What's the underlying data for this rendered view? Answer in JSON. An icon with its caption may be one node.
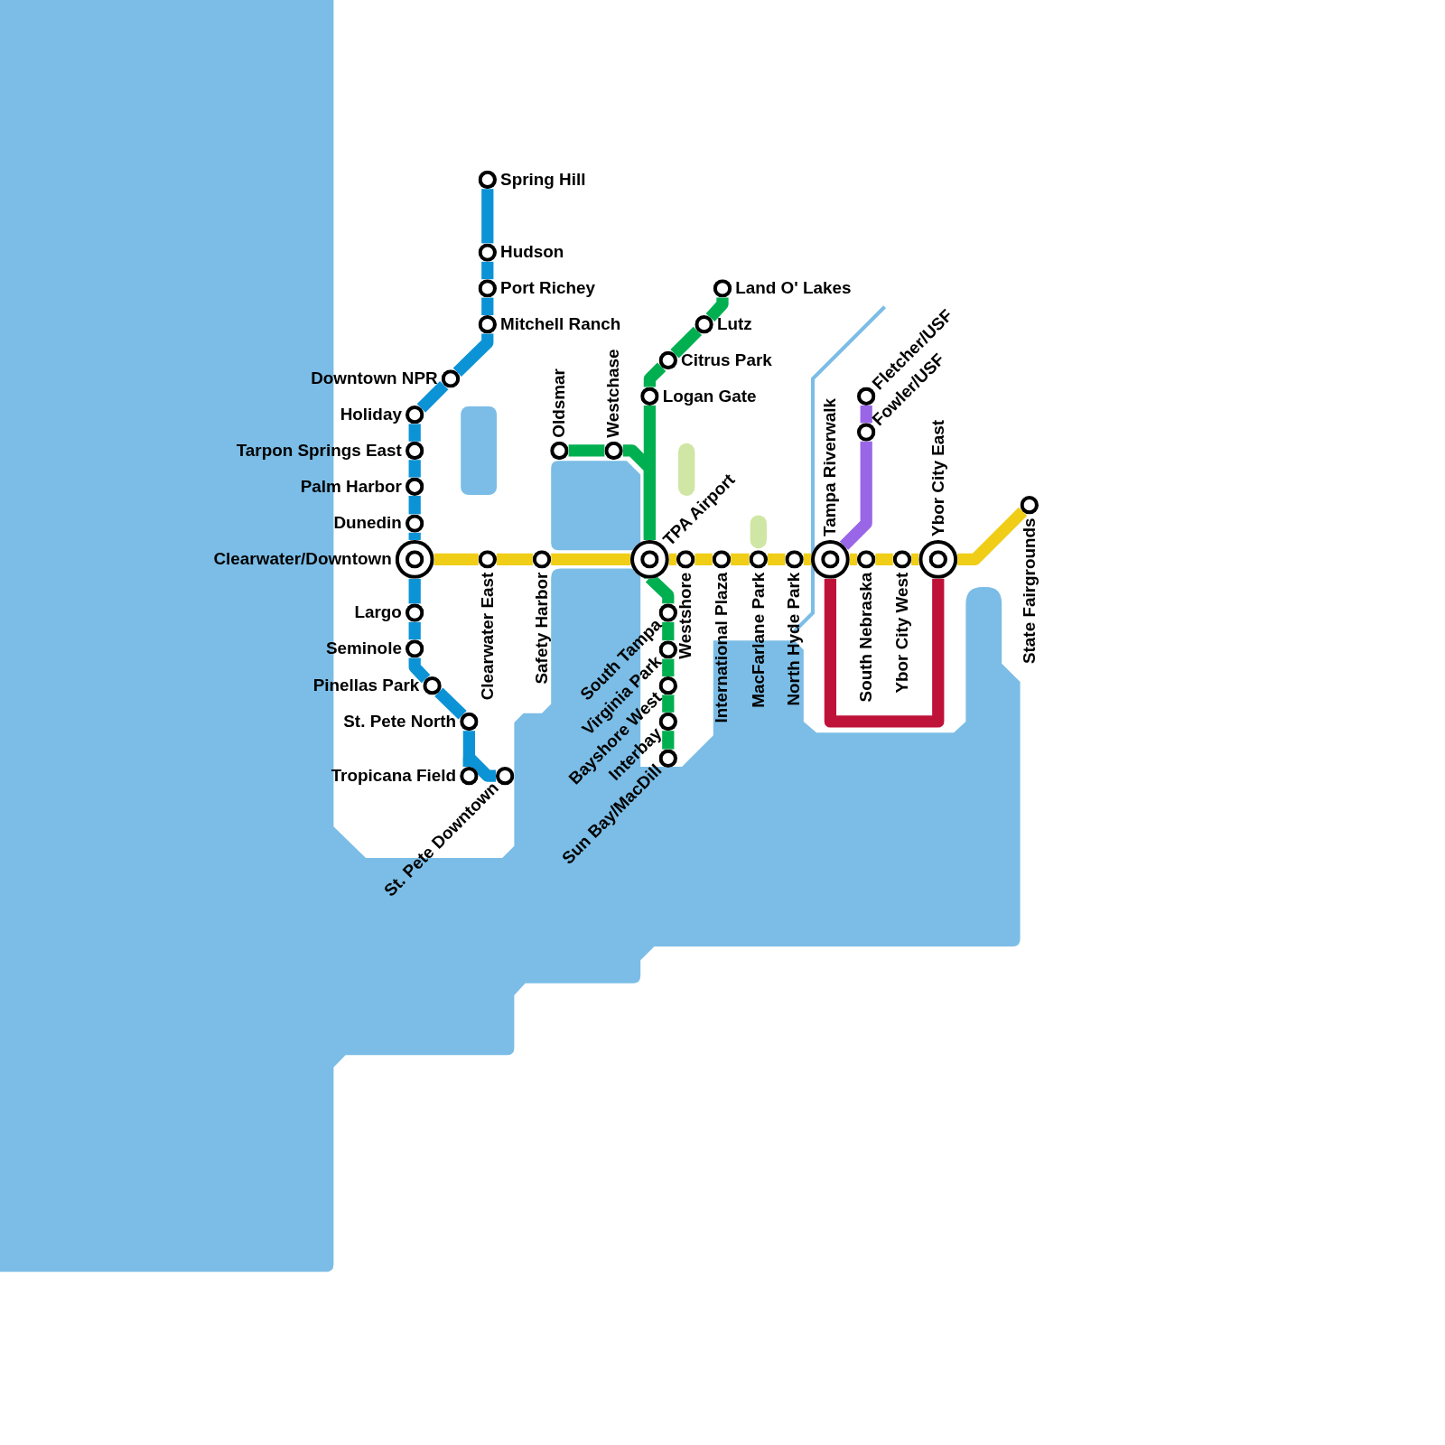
{
  "diagram": {
    "nodes": [
      {
        "text": [
          "Spring Hill"
        ]
      },
      {
        "text": [
          "Hudson"
        ]
      },
      {
        "text": [
          "Port Richey"
        ]
      },
      {
        "text": [
          "Mitchell Ranch"
        ]
      },
      {
        "text": [
          "Downtown NPR"
        ]
      },
      {
        "text": [
          "Holiday"
        ]
      },
      {
        "text": [
          "Tarpon Springs East"
        ]
      },
      {
        "text": [
          "Palm Harbor"
        ]
      },
      {
        "text": [
          "Dunedin"
        ]
      },
      {
        "text": [
          "Clearwater/Downtown"
        ]
      },
      {
        "text": [
          "Largo"
        ]
      },
      {
        "text": [
          "Seminole"
        ]
      },
      {
        "text": [
          "Pinellas Park"
        ]
      },
      {
        "text": [
          "St. Pete North"
        ]
      },
      {
        "text": [
          "Tropicana Field"
        ]
      },
      {
        "text": [
          "St. Pete Downtown"
        ]
      },
      {
        "text": [
          "Clearwater East"
        ]
      },
      {
        "text": [
          "Safety Harbor"
        ]
      },
      {
        "text": [
          "TPA Airport"
        ]
      },
      {
        "text": [
          "Westshore"
        ]
      },
      {
        "text": [
          "International Plaza"
        ]
      },
      {
        "text": [
          "MacFarlane Park"
        ]
      },
      {
        "text": [
          "North Hyde Park"
        ]
      },
      {
        "text": [
          "Tampa Riverwalk"
        ]
      },
      {
        "text": [
          "South Nebraska"
        ]
      },
      {
        "text": [
          "Ybor City West"
        ]
      },
      {
        "text": [
          "Ybor City East"
        ]
      },
      {
        "text": [
          "State Fairgrounds"
        ]
      },
      {
        "text": [
          "Land O' Lakes"
        ]
      },
      {
        "text": [
          "Lutz"
        ]
      },
      {
        "text": [
          "Citrus Park"
        ]
      },
      {
        "text": [
          "Logan Gate"
        ]
      },
      {
        "text": [
          "Oldsmar"
        ]
      },
      {
        "text": [
          "Westchase"
        ]
      },
      {
        "text": [
          "South Tampa"
        ]
      },
      {
        "text": [
          "Virginia Park"
        ]
      },
      {
        "text": [
          "Bayshore West"
        ]
      },
      {
        "text": [
          "Interbay"
        ]
      },
      {
        "text": [
          "Sun Bay/MacDill"
        ]
      },
      {
        "text": [
          "Fletcher/USF"
        ]
      },
      {
        "text": [
          "Fowler/USF"
        ]
      }
    ],
    "edges": [
      {
        "from": 0,
        "to": 1,
        "arrow": "none",
        "color": "#0b93d6"
      },
      {
        "from": 1,
        "to": 2,
        "arrow": "none",
        "color": "#0b93d6"
      },
      {
        "from": 2,
        "to": 3,
        "arrow": "none",
        "color": "#0b93d6"
      },
      {
        "from": 3,
        "to": 4,
        "arrow": "none",
        "color": "#0b93d6"
      },
      {
        "from": 4,
        "to": 5,
        "arrow": "none",
        "color": "#0b93d6"
      },
      {
        "from": 5,
        "to": 6,
        "arrow": "none",
        "color": "#0b93d6"
      },
      {
        "from": 6,
        "to": 7,
        "arrow": "none",
        "color": "#0b93d6"
      },
      {
        "from": 7,
        "to": 8,
        "arrow": "none",
        "color": "#0b93d6"
      },
      {
        "from": 8,
        "to": 9,
        "arrow": "none",
        "color": "#0b93d6"
      },
      {
        "from": 9,
        "to": 10,
        "arrow": "none",
        "color": "#0b93d6"
      },
      {
        "from": 10,
        "to": 11,
        "arrow": "none",
        "color": "#0b93d6"
      },
      {
        "from": 11,
        "to": 12,
        "arrow": "none",
        "color": "#0b93d6"
      },
      {
        "from": 12,
        "to": 13,
        "arrow": "none",
        "color": "#0b93d6"
      },
      {
        "from": 13,
        "to": 14,
        "arrow": "none",
        "color": "#0b93d6"
      },
      {
        "from": 14,
        "to": 15,
        "arrow": "none",
        "color": "#0b93d6"
      },
      {
        "from": 9,
        "to": 16,
        "arrow": "none",
        "color": "#f0cd16"
      },
      {
        "from": 16,
        "to": 17,
        "arrow": "none",
        "color": "#f0cd16"
      },
      {
        "from": 17,
        "to": 18,
        "arrow": "none",
        "color": "#f0cd16"
      },
      {
        "from": 18,
        "to": 19,
        "arrow": "none",
        "color": "#f0cd16"
      },
      {
        "from": 19,
        "to": 20,
        "arrow": "none",
        "color": "#f0cd16"
      },
      {
        "from": 20,
        "to": 21,
        "arrow": "none",
        "color": "#f0cd16"
      },
      {
        "from": 21,
        "to": 22,
        "arrow": "none",
        "color": "#f0cd16"
      },
      {
        "from": 22,
        "to": 23,
        "arrow": "none",
        "color": "#f0cd16"
      },
      {
        "from": 23,
        "to": 24,
        "arrow": "none",
        "color": "#f0cd16"
      },
      {
        "from": 24,
        "to": 25,
        "arrow": "none",
        "color": "#f0cd16"
      },
      {
        "from": 25,
        "to": 26,
        "arrow": "none",
        "color": "#f0cd16"
      },
      {
        "from": 26,
        "to": 27,
        "arrow": "none",
        "color": "#f0cd16"
      },
      {
        "from": 28,
        "to": 29,
        "arrow": "none",
        "color": "#00b050"
      },
      {
        "from": 29,
        "to": 30,
        "arrow": "none",
        "color": "#00b050"
      },
      {
        "from": 30,
        "to": 31,
        "arrow": "none",
        "color": "#00b050"
      },
      {
        "from": 31,
        "to": 18,
        "arrow": "none",
        "color": "#00b050"
      },
      {
        "from": 32,
        "to": 33,
        "arrow": "none",
        "color": "#00b050"
      },
      {
        "from": 33,
        "to": 18,
        "arrow": "none",
        "color": "#00b050"
      },
      {
        "from": 18,
        "to": 34,
        "arrow": "none",
        "color": "#00b050"
      },
      {
        "from": 34,
        "to": 35,
        "arrow": "none",
        "color": "#00b050"
      },
      {
        "from": 35,
        "to": 36,
        "arrow": "none",
        "color": "#00b050"
      },
      {
        "from": 36,
        "to": 37,
        "arrow": "none",
        "color": "#00b050"
      },
      {
        "from": 37,
        "to": 38,
        "arrow": "none",
        "color": "#00b050"
      },
      {
        "from": 39,
        "to": 40,
        "arrow": "none",
        "color": "#9966e8"
      },
      {
        "from": 40,
        "to": 23,
        "arrow": "none",
        "color": "#9966e8"
      },
      {
        "from": 23,
        "to": 26,
        "arrow": "none",
        "color": "#bf1238"
      }
    ]
  }
}
